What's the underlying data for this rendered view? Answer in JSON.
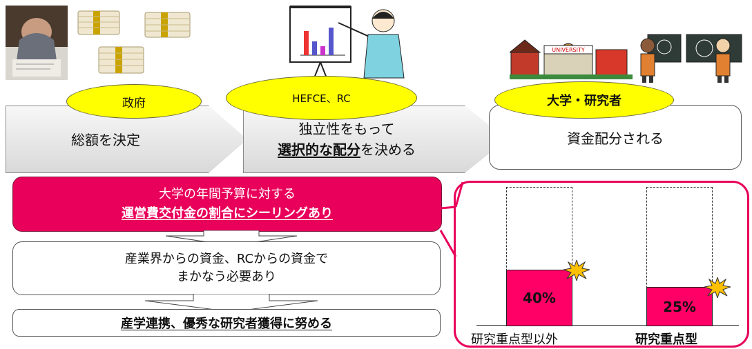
{
  "flow": [
    {
      "oval": "政府",
      "text_lines": [
        "総額を決定"
      ]
    },
    {
      "oval": "HEFCE、RC",
      "text_lines": [
        "独立性をもって"
      ],
      "emph": "選択的な配分",
      "emph_suffix": "を決める"
    },
    {
      "oval": "大学・研究者",
      "text_lines": [
        "資金配分される"
      ]
    }
  ],
  "ceiling_box": {
    "line1": "大学の年間予算に対する",
    "line2": "運営費交付金の割合にシーリングあり"
  },
  "need_box": {
    "line1": "産業界からの資金、RCからの資金で",
    "line2": "まかなう必要あり"
  },
  "effort_box": {
    "text": "産学連携、優秀な研究者獲得に努める"
  },
  "images": {
    "university_sign": "UNIVERSITY"
  },
  "chart_data": {
    "type": "bar",
    "categories": [
      "研究重点型以外",
      "研究重点型"
    ],
    "values": [
      40,
      25
    ],
    "value_labels": [
      "40%",
      "25%"
    ],
    "ylim": [
      0,
      100
    ],
    "colors": {
      "bar": "#ff0066",
      "accent": "#e8005a"
    }
  }
}
